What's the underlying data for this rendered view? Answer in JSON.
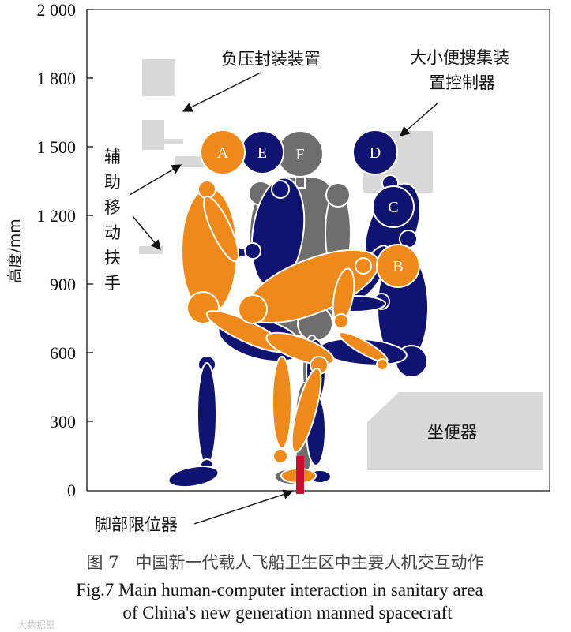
{
  "y_axis": {
    "label": "高度/mm",
    "ticks": [
      "2 000",
      "1 800",
      "1 500",
      "1 200",
      "900",
      "600",
      "300",
      "0"
    ]
  },
  "annotations": {
    "negative_pressure": "负压封装装置",
    "collection_controller_line1": "大小便搜集装",
    "collection_controller_line2": "置控制器",
    "handrail_chars": [
      "辅",
      "助",
      "移",
      "动",
      "扶",
      "手"
    ],
    "toilet": "坐便器",
    "foot_limiter": "脚部限位器"
  },
  "figure_labels": {
    "A": "A",
    "B": "B",
    "C": "C",
    "D": "D",
    "E": "E",
    "F": "F"
  },
  "caption": {
    "cn": "图 7　中国新一代载人飞船卫生区中主要人机交互动作",
    "en_line1": "Fig.7 Main human-computer interaction in sanitary area",
    "en_line2": "of China's new generation manned spacecraft"
  },
  "watermark": "大数据量",
  "colors": {
    "orange": "#EE8A1C",
    "navy": "#101470",
    "gray_figure": "#6E6E6E",
    "equipment_gray": "#D9D9D9",
    "limiter_red": "#C8102E"
  }
}
